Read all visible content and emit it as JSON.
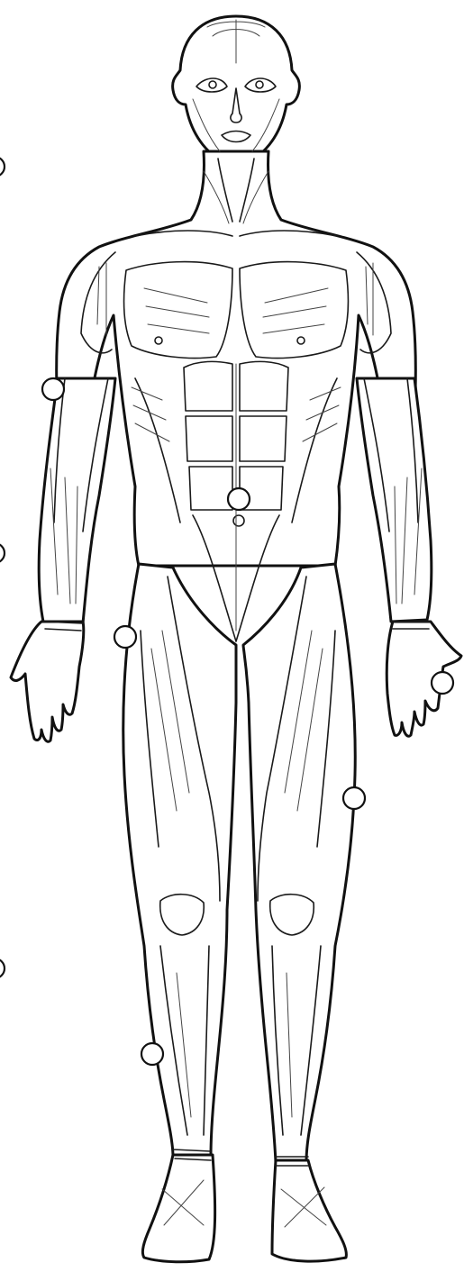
{
  "figure": {
    "subject": "anterior-muscular-system",
    "line_color": "#111111",
    "background": "#ffffff",
    "label_markers": [
      {
        "id": "marker-1",
        "region": "left-forearm"
      },
      {
        "id": "marker-2",
        "region": "abdomen"
      },
      {
        "id": "marker-3",
        "region": "left-hip"
      },
      {
        "id": "marker-4",
        "region": "right-hand"
      },
      {
        "id": "marker-5",
        "region": "right-thigh"
      },
      {
        "id": "marker-6",
        "region": "left-shin"
      }
    ],
    "edge_marks": [
      {
        "id": "edge-mark-1",
        "region": "left-margin-upper"
      },
      {
        "id": "edge-mark-2",
        "region": "left-margin-middle"
      },
      {
        "id": "edge-mark-3",
        "region": "left-margin-lower"
      }
    ]
  }
}
